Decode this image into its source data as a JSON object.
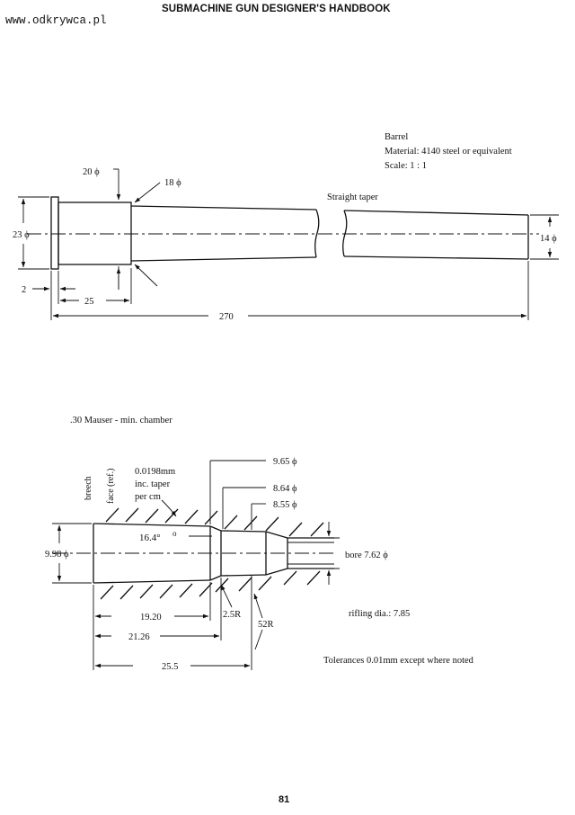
{
  "header": {
    "book_title": "SUBMACHINE GUN DESIGNER'S HANDBOOK",
    "watermark": "www.odkrywca.pl",
    "page_number": "81"
  },
  "barrel": {
    "notes": [
      "Barrel",
      "Material: 4140 steel or equivalent",
      "Scale: 1 : 1"
    ],
    "taper_label": "Straight taper",
    "dims": {
      "d20": "20 ϕ",
      "d18": "18 ϕ",
      "d23": "23 ϕ",
      "d14": "14 ϕ",
      "len2": "2",
      "len25": "25",
      "len270": "270"
    }
  },
  "chamber": {
    "title": ".30 Mauser - min. chamber",
    "breech_face": [
      "breech",
      "face (ref.)"
    ],
    "taper_note": [
      "0.0198mm",
      "inc. taper",
      "per cm"
    ],
    "angle": "16.4°",
    "angle_mark": "o",
    "dims": {
      "d965": "9.65 ϕ",
      "d864": "8.64 ϕ",
      "d855": "8.55 ϕ",
      "d998": "9.98 ϕ",
      "bore": "bore 7.62 ϕ",
      "rifling": "rifling dia.: 7.85",
      "len1920": "19.20",
      "len2126": "21.26",
      "len255": "25.5",
      "r25": "2.5R",
      "r52": "52R"
    },
    "tolerance": "Tolerances 0.01mm except where noted"
  }
}
